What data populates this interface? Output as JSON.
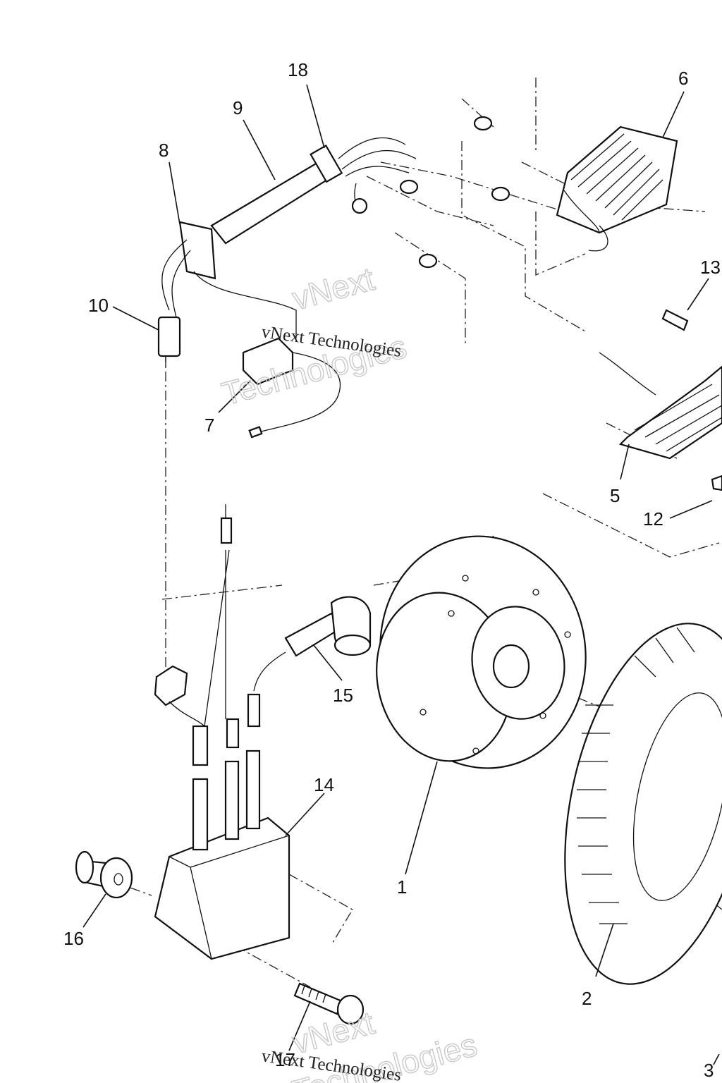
{
  "diagram": {
    "callouts": [
      {
        "id": "c1",
        "label": "1"
      },
      {
        "id": "c2",
        "label": "2"
      },
      {
        "id": "c3",
        "label": "3"
      },
      {
        "id": "c5",
        "label": "5"
      },
      {
        "id": "c6",
        "label": "6"
      },
      {
        "id": "c7",
        "label": "7"
      },
      {
        "id": "c8",
        "label": "8"
      },
      {
        "id": "c9",
        "label": "9"
      },
      {
        "id": "c10",
        "label": "10"
      },
      {
        "id": "c12",
        "label": "12"
      },
      {
        "id": "c13",
        "label": "13"
      },
      {
        "id": "c14",
        "label": "14"
      },
      {
        "id": "c15",
        "label": "15"
      },
      {
        "id": "c16",
        "label": "16"
      },
      {
        "id": "c17",
        "label": "17"
      },
      {
        "id": "c18",
        "label": "18"
      }
    ]
  },
  "watermark": {
    "brand": "vNext",
    "brand_line2": "Technologies",
    "full": "vNext Technologies"
  }
}
